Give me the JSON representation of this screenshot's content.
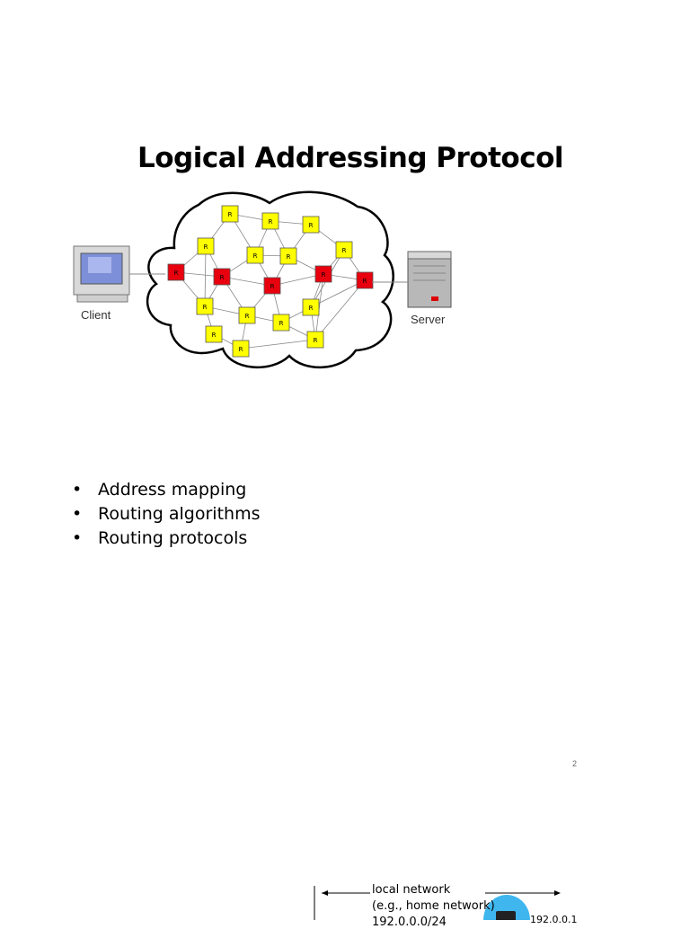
{
  "slide": {
    "title": "Logical Addressing Protocol",
    "page_number": "2"
  },
  "diagram": {
    "client_label": "Client",
    "server_label": "Server",
    "router_label": "R",
    "colors": {
      "edge_router": "#e8000e",
      "core_router": "#ffff00",
      "cloud_stroke": "#000000"
    }
  },
  "bullets": [
    "Address mapping",
    "Routing algorithms",
    "Routing protocols"
  ],
  "next_slide": {
    "line1": "local network",
    "line2": "(e.g., home network)",
    "line3": "192.0.0.0/24",
    "ip": "192.0.0.1"
  }
}
